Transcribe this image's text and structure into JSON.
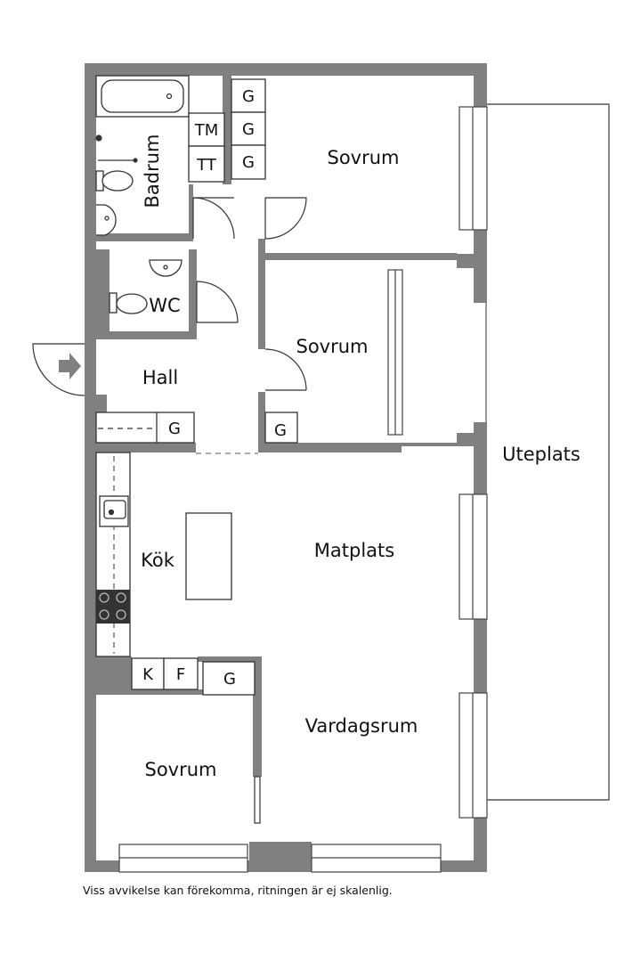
{
  "rooms": {
    "sovrum_1": "Sovrum",
    "sovrum_2": "Sovrum",
    "sovrum_3": "Sovrum",
    "badrum": "Badrum",
    "wc": "WC",
    "hall": "Hall",
    "kok": "Kök",
    "matplats": "Matplats",
    "vardagsrum": "Vardagsrum",
    "uteplats": "Uteplats"
  },
  "fixtures": {
    "wardrobe_g": "G",
    "tm": "TM",
    "tt": "TT",
    "k": "K",
    "f": "F"
  },
  "footer_note": "Viss avvikelse kan förekomma, ritningen är ej skalenlig.",
  "colors": {
    "wall": "#808080",
    "line": "#333333",
    "stove": "#333333",
    "background": "#ffffff"
  }
}
